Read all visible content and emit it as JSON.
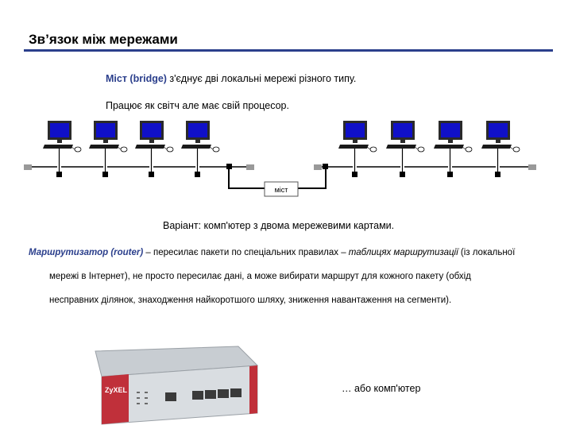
{
  "slide": {
    "title": "Зв’язок між мережами"
  },
  "bridge": {
    "term": "Міст (bridge)",
    "desc": " з'єднує дві локальні мережі різного типу.",
    "note": "Працює як світч але має свій процесор.",
    "device_label": "міст",
    "variant": "Варіант: комп'ютер з двома мережевими картами."
  },
  "router": {
    "term": "Маршрутизатор (router)",
    "dash": " – пересилає пакети по спеціальних правилах – ",
    "tables": "таблицях маршрутизації",
    "line1_end": " (із локальної",
    "line2": "мережі в Інтернет), не просто пересилає дані, а може вибирати маршрут для кожного пакету (обхід",
    "line3": "несправних ділянок, знаходження найкоротшого шляху, зниження навантаження на сегменти).",
    "brand": "ZyXEL",
    "alt": "… або комп'ютер"
  },
  "colors": {
    "accent": "#2b3f8c",
    "screen": "#1010c8",
    "router_body": "#c8cdd2",
    "router_front": "#c0303a"
  }
}
